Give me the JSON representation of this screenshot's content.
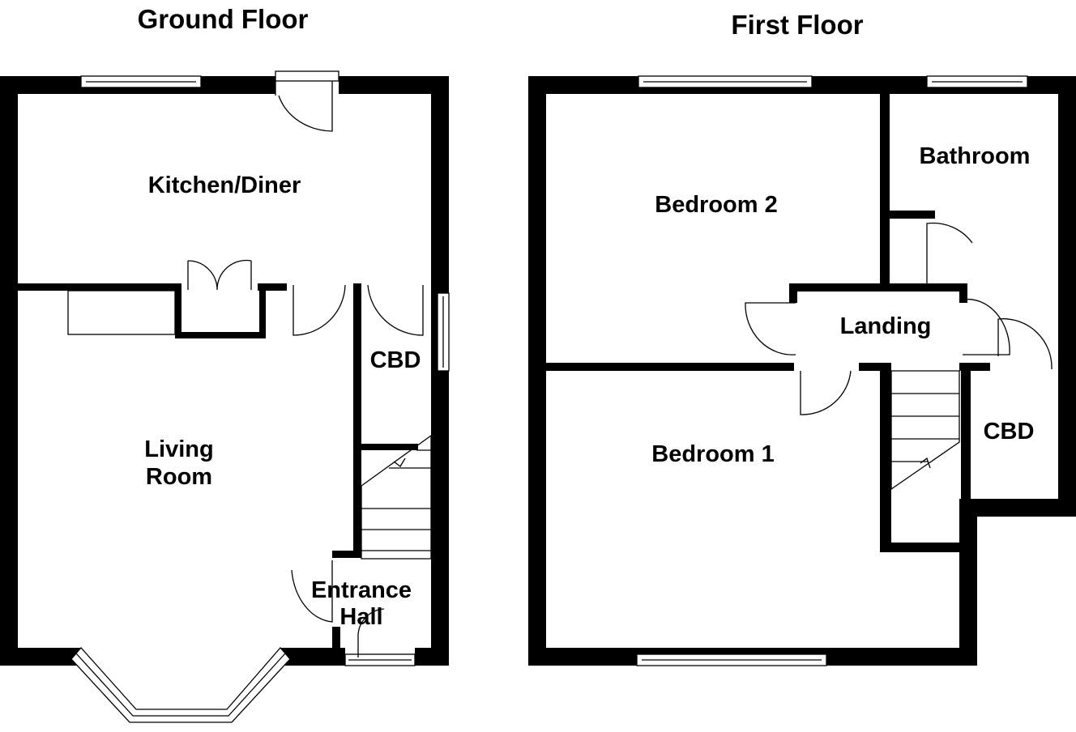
{
  "floors": {
    "ground": {
      "title": "Ground Floor",
      "rooms": {
        "kitchen": "Kitchen/Diner",
        "living_1": "Living",
        "living_2": "Room",
        "cbd": "CBD",
        "hall_1": "Entrance",
        "hall_2": "Hall"
      }
    },
    "first": {
      "title": "First Floor",
      "rooms": {
        "bedroom2": "Bedroom 2",
        "bathroom": "Bathroom",
        "landing": "Landing",
        "bedroom1": "Bedroom 1",
        "cbd": "CBD"
      }
    }
  },
  "colors": {
    "wall": "#000000",
    "background": "#ffffff"
  }
}
